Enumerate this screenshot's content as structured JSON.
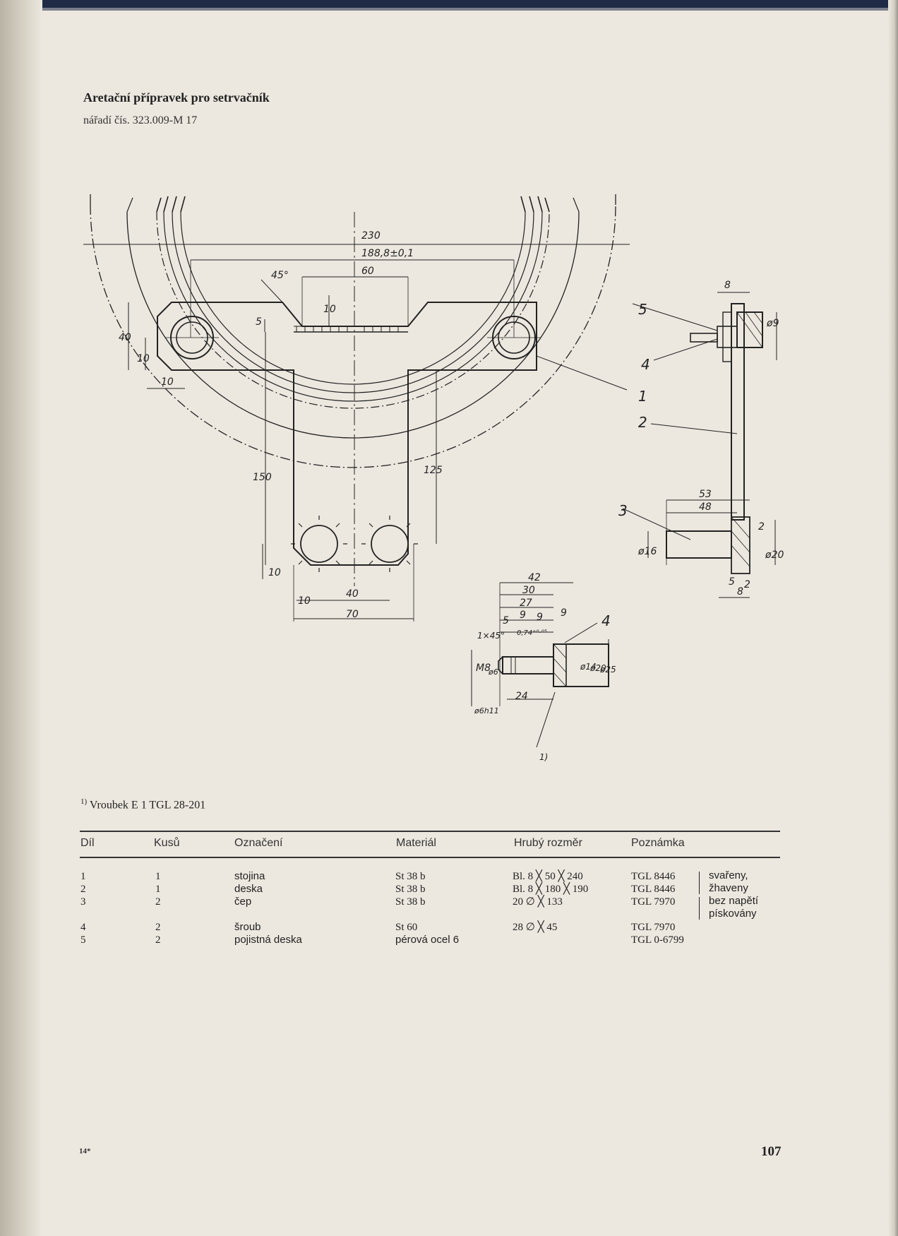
{
  "header": {
    "title": "Aretační přípravek pro setrvačník",
    "subtitle": "nářadí čís. 323.009-M 17"
  },
  "drawing": {
    "dims": {
      "d230": "230",
      "d188": "188,8±0,1",
      "d60": "60",
      "d45deg": "45°",
      "d10a": "10",
      "d5": "5",
      "d40": "40",
      "d10b": "10",
      "d10c": "10",
      "d150": "150",
      "d125": "125",
      "d10d": "10",
      "d10e": "10",
      "d40b": "40",
      "d70": "70",
      "s8": "8",
      "s9": "ø9",
      "s53": "53",
      "s48": "48",
      "s16": "ø16",
      "s20": "ø20",
      "s2a": "2",
      "s5": "5",
      "s8b": "8",
      "s2b": "2",
      "b42": "42",
      "b30": "30",
      "b27": "27",
      "b9a": "9",
      "b9b": "9",
      "b9c": "9",
      "b5": "5",
      "b1x45": "1×45°",
      "b074": "0,74⁺⁰·⁰⁵",
      "bM8": "M8",
      "b6": "ø6",
      "b14": "ø14",
      "b20": "ø20",
      "b25": "ø25",
      "b24": "24",
      "b6h11": "ø6h11",
      "b1fn": "1)"
    },
    "callouts": {
      "c5": "5",
      "c4": "4",
      "c1": "1",
      "c2": "2",
      "c3": "3",
      "c4b": "4"
    }
  },
  "footnote": {
    "mark": "1)",
    "text": "Vroubek E 1 TGL 28-201"
  },
  "table": {
    "headers": [
      "Díl",
      "Kusů",
      "Označení",
      "Materiál",
      "Hrubý rozměr",
      "Poznámka"
    ],
    "rows": [
      {
        "dil": "1",
        "kusu": "1",
        "oznaceni": "stojina",
        "material": "St 38 b",
        "rozmer": "Bl. 8 ╳ 50 ╳ 240",
        "poznamka": "TGL 8446"
      },
      {
        "dil": "2",
        "kusu": "1",
        "oznaceni": "deska",
        "material": "St 38 b",
        "rozmer": "Bl. 8 ╳ 180 ╳ 190",
        "poznamka": "TGL 8446"
      },
      {
        "dil": "3",
        "kusu": "2",
        "oznaceni": "čep",
        "material": "St 38 b",
        "rozmer": "20 ∅ ╳ 133",
        "poznamka": "TGL 7970"
      },
      {
        "dil": "4",
        "kusu": "2",
        "oznaceni": "šroub",
        "material": "St 60",
        "rozmer": "28 ∅ ╳ 45",
        "poznamka": "TGL 7970"
      },
      {
        "dil": "5",
        "kusu": "2",
        "oznaceni": "pojistná deska",
        "material": "pérová ocel 6",
        "rozmer": "",
        "poznamka": "TGL 0-6799"
      }
    ],
    "note_lines": [
      "svařeny,",
      "žhaveny",
      "bez napětí",
      "pískovány"
    ]
  },
  "footer": {
    "signature": "14*",
    "page_number": "107"
  }
}
